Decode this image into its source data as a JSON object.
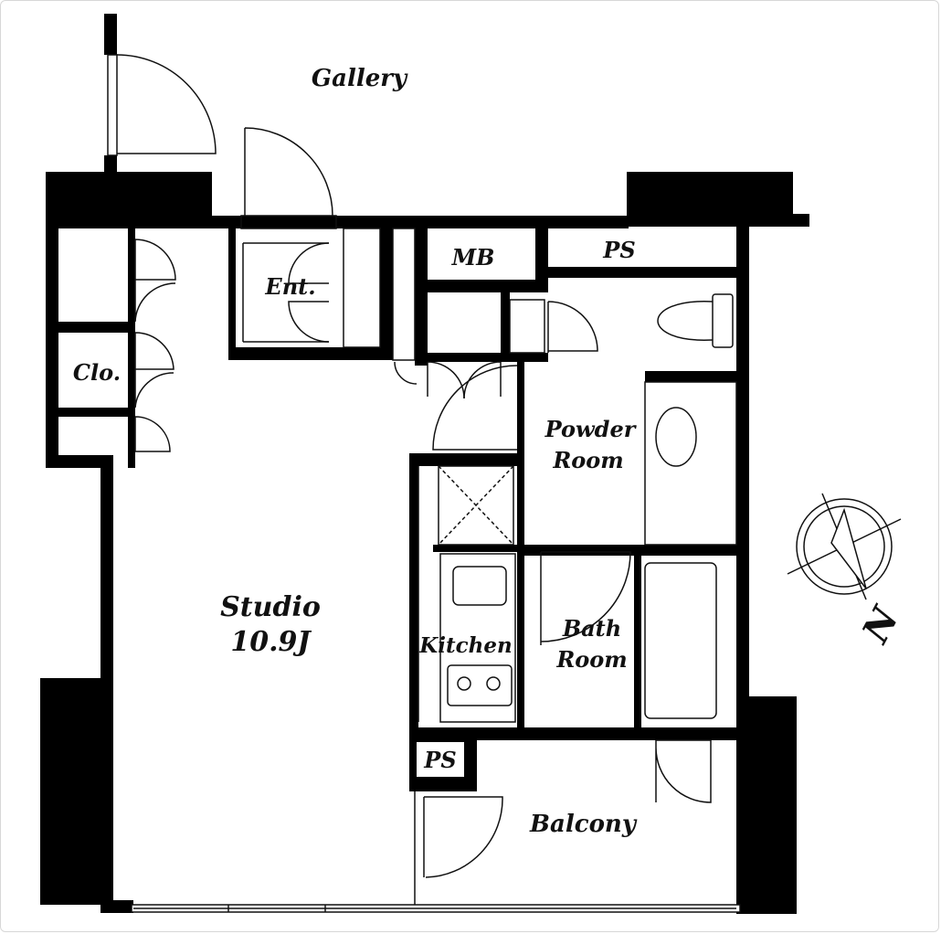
{
  "floor_plan": {
    "rooms": {
      "gallery": "Gallery",
      "entrance": "Ent.",
      "closet": "Clo.",
      "meter_box": "MB",
      "pipe_space_top": "PS",
      "pipe_space_bottom": "PS",
      "powder_room_line1": "Powder",
      "powder_room_line2": "Room",
      "studio_line1": "Studio",
      "studio_line2": "10.9J",
      "kitchen": "Kitchen",
      "bath_room_line1": "Bath",
      "bath_room_line2": "Room",
      "balcony": "Balcony"
    },
    "compass": {
      "north_label": "N",
      "icon": "compass-icon"
    },
    "colors": {
      "wall": "#000000",
      "line": "#111111",
      "background": "#ffffff"
    }
  }
}
